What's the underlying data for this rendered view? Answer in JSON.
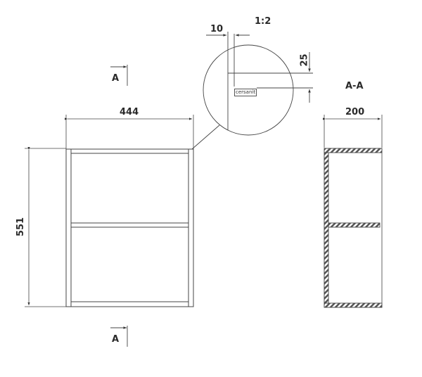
{
  "drawing": {
    "front_view": {
      "width_label": "444",
      "height_label": "551",
      "section_marker_top": "A",
      "section_marker_bottom": "A"
    },
    "detail_view": {
      "scale_label": "1:2",
      "offset_x_label": "10",
      "offset_y_label": "25",
      "logo_text": "cersanit"
    },
    "section_view": {
      "title": "A-A",
      "depth_label": "200"
    },
    "colors": {
      "line": "#3a3a3a",
      "hatch_fill": "#5a5a5a",
      "background": "#ffffff"
    }
  }
}
